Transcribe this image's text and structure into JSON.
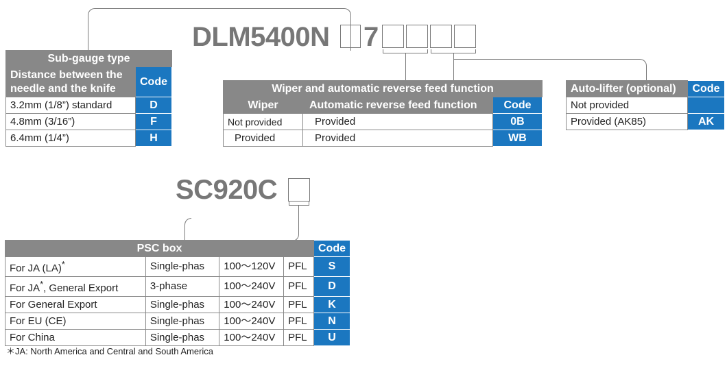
{
  "model1": {
    "prefix": "DLM5400N",
    "mid": "7"
  },
  "model2": {
    "prefix": "SC920C"
  },
  "sub_gauge": {
    "title": "Sub-gauge type",
    "col_header": "Distance between the needle and the knife",
    "code_header": "Code",
    "rows": [
      {
        "label": "3.2mm (1/8”) standard",
        "code": "D"
      },
      {
        "label": "4.8mm (3/16”)",
        "code": "F"
      },
      {
        "label": "6.4mm (1/4”)",
        "code": "H"
      }
    ]
  },
  "wiper": {
    "title": "Wiper and automatic reverse feed function",
    "col_wiper": "Wiper",
    "col_reverse": "Automatic reverse feed function",
    "code_header": "Code",
    "rows": [
      {
        "wiper": "Not provided",
        "reverse": "Provided",
        "code": "0B"
      },
      {
        "wiper": "Provided",
        "reverse": "Provided",
        "code": "WB"
      }
    ]
  },
  "auto_lifter": {
    "title": "Auto-lifter (optional)",
    "code_header": "Code",
    "rows": [
      {
        "label": "Not provided",
        "code": ""
      },
      {
        "label": "Provided (AK85)",
        "code": "AK"
      }
    ]
  },
  "psc": {
    "title": "PSC box",
    "code_header": "Code",
    "rows": [
      {
        "dest": "For JA (LA)",
        "star": "*",
        "dest_after": "",
        "phase": "Single-phas",
        "voltage": "100～120V",
        "pfl": "PFL",
        "code": "S"
      },
      {
        "dest": "For JA",
        "star": "*",
        "dest_after": ", General Export",
        "phase": "3-phase",
        "voltage": "100～240V",
        "pfl": "PFL",
        "code": "D"
      },
      {
        "dest": "For General Export",
        "star": "",
        "dest_after": "",
        "phase": "Single-phas",
        "voltage": "100～240V",
        "pfl": "PFL",
        "code": "K"
      },
      {
        "dest": "For EU (CE)",
        "star": "",
        "dest_after": "",
        "phase": "Single-phas",
        "voltage": "100～240V",
        "pfl": "PFL",
        "code": "N"
      },
      {
        "dest": "For China",
        "star": "",
        "dest_after": "",
        "phase": "Single-phas",
        "voltage": "100～240V",
        "pfl": "PFL",
        "code": "U"
      }
    ]
  },
  "footnote": "＊JA: North America and Central and South America",
  "colors": {
    "code_blue": "#1b77c0",
    "header_gray": "#888888",
    "model_gray": "#777777"
  }
}
